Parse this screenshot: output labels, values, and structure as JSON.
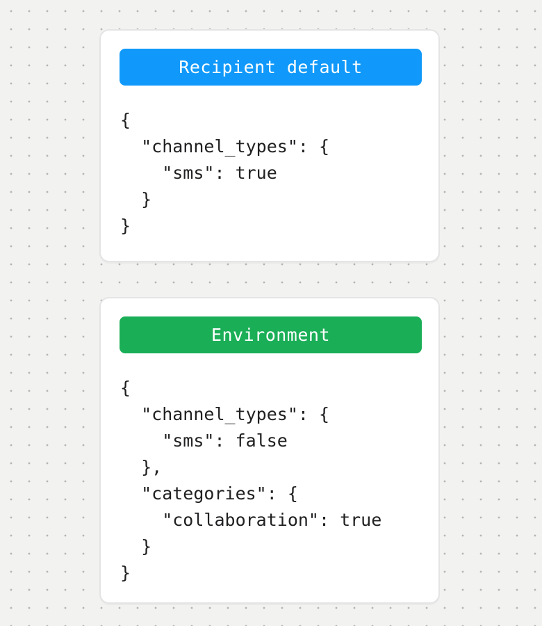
{
  "canvas": {
    "background_color": "#f2f2f1",
    "dot_color": "#b5b5b5"
  },
  "cards": [
    {
      "name": "recipient-default",
      "badge": {
        "label": "Recipient default",
        "color": "#1099fa",
        "text_color": "#ffffff"
      },
      "code": "{\n  \"channel_types\": {\n    \"sms\": true\n  }\n}"
    },
    {
      "name": "environment",
      "badge": {
        "label": "Environment",
        "color": "#1aae57",
        "text_color": "#ffffff"
      },
      "code": "{\n  \"channel_types\": {\n    \"sms\": false\n  },\n  \"categories\": {\n    \"collaboration\": true\n  }\n}"
    }
  ]
}
